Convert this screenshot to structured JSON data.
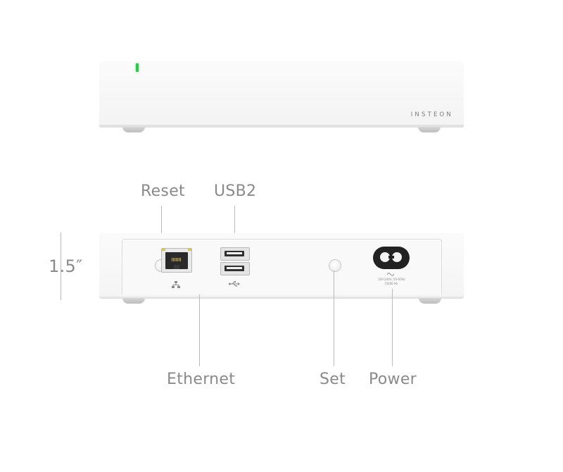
{
  "brand": "INSTEON",
  "dimension": "1.5″",
  "labels": {
    "reset": "Reset",
    "usb": "USB2",
    "ethernet": "Ethernet",
    "set": "Set",
    "power": "Power"
  },
  "port_text": {
    "power_rating_line1": "100-240V, 50-60Hz",
    "power_rating_line2": "50/60 Hz"
  },
  "icons": {
    "network": "network-icon",
    "usb": "usb-icon",
    "ac": "ac-wave-icon"
  },
  "colors": {
    "status_led": "#2ec84a",
    "label_text": "#8a8a8a",
    "device_body": "#f7f7f7"
  }
}
